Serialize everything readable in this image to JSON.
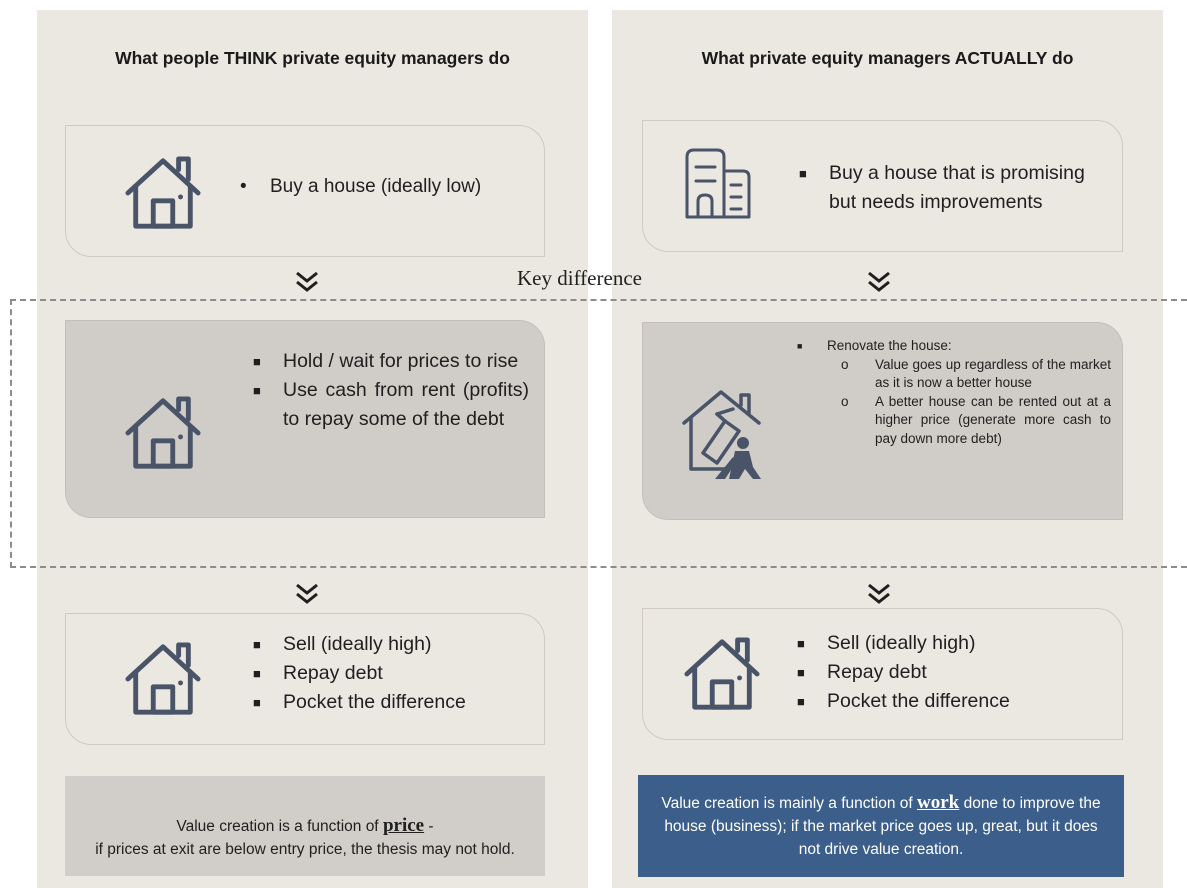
{
  "left": {
    "title": "What people THINK private equity managers do",
    "step1": {
      "bullet": "Buy a house (ideally low)",
      "icon": "house-icon"
    },
    "step2": {
      "bullets": [
        "Hold / wait for prices to rise",
        "Use cash from rent (profits) to repay some of the debt"
      ],
      "icon": "house-icon"
    },
    "step3": {
      "bullets": [
        "Sell (ideally high)",
        "Repay debt",
        "Pocket the difference"
      ],
      "icon": "house-icon"
    },
    "footer": {
      "pre": "Value creation is a function of ",
      "emphasis": "price",
      "post": " -\nif prices at exit are below entry price, the thesis may not hold."
    }
  },
  "right": {
    "title": "What private equity managers ACTUALLY do",
    "step1": {
      "bullet": "Buy a house that is promising but needs improvements",
      "icon": "building-icon"
    },
    "step2": {
      "heading": "Renovate the house:",
      "sub_bullets": [
        "Value goes up regardless of the market as it is now a better house",
        "A better house can be rented out at a higher price (generate more cash to pay down more debt)"
      ],
      "icon": "renovation-icon"
    },
    "step3": {
      "bullets": [
        "Sell (ideally high)",
        "Repay debt",
        "Pocket the difference"
      ],
      "icon": "house-icon"
    },
    "footer": {
      "pre": "Value creation is mainly a function of ",
      "emphasis": "work",
      "post": " done to improve the house (business); if the market price goes up, great, but it does not drive value creation."
    }
  },
  "key_difference": "Key difference",
  "colors": {
    "panel": "#ebe7e1",
    "shaded_card": "#d0ccc8",
    "footer_blue": "#3b5f8a",
    "icon": "#4a5468"
  }
}
